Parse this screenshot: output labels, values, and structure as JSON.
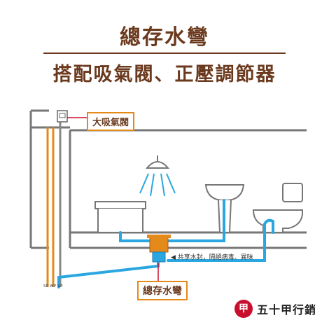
{
  "title": "總存水彎",
  "subtitle": "搭配吸氣閥、正壓調節器",
  "labels": {
    "air_valve": "大吸氣閥",
    "trap": "總存水彎",
    "note": "◀ 共享水封，隔絕病毒、異味",
    "pipe_tags": "SP WP VP"
  },
  "brand": {
    "logo_char": "甲",
    "name": "五十甲行銷"
  },
  "colors": {
    "brown": "#6b3a1e",
    "orange": "#e48a1a",
    "blue": "#2aa7e0",
    "gray": "#7a7a7a",
    "red": "#c8102e"
  }
}
